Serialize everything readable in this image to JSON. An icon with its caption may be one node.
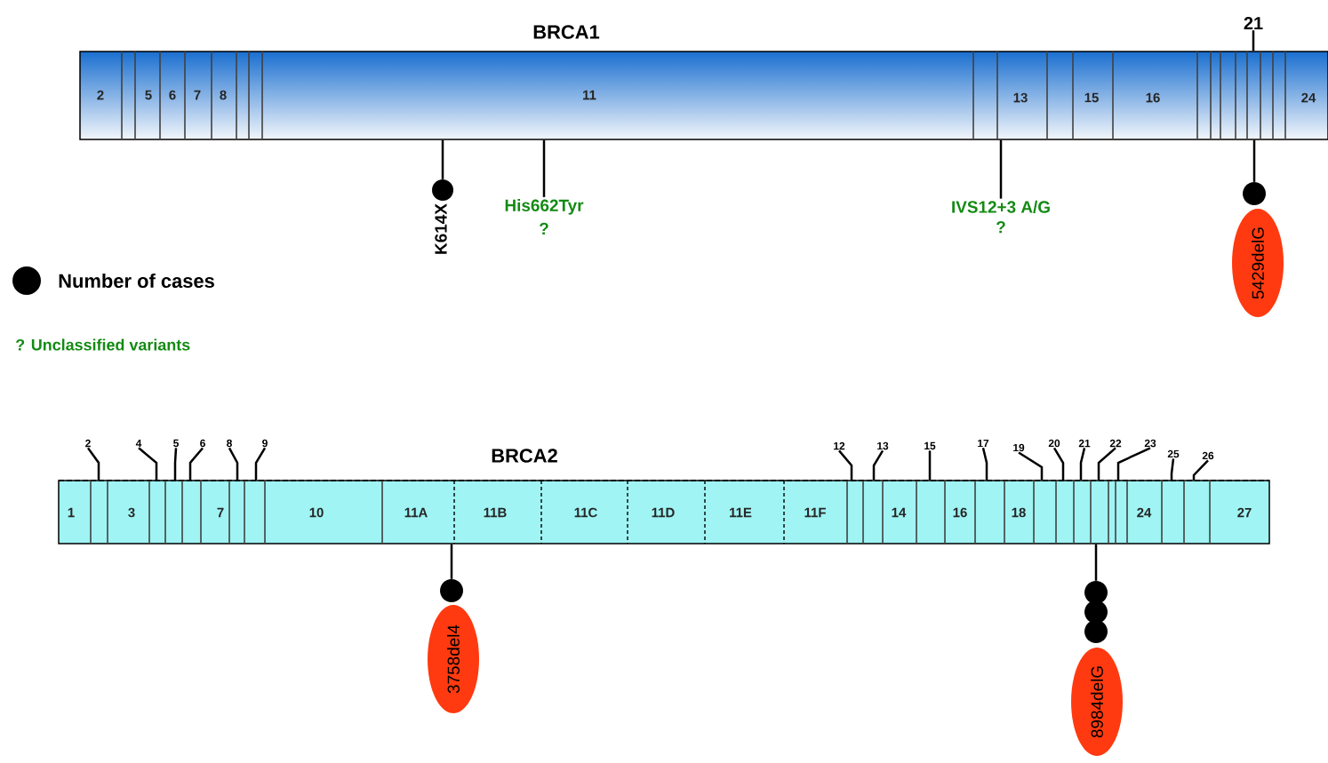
{
  "diagram": {
    "nodes": [
      {
        "text": [
          "BRCA1",
          "2",
          "5",
          "6",
          "7",
          "8",
          "11",
          "13",
          "15",
          "16",
          "24"
        ]
      },
      {
        "text": [
          "21"
        ]
      },
      {
        "text": [],
        "shape": "circle",
        "beside": [
          "K614X"
        ]
      },
      {
        "text": [
          "His662Tyr",
          "?"
        ]
      },
      {
        "text": [
          "IVS12+3 A/G",
          "?"
        ]
      },
      {
        "text": [],
        "shape": "circle"
      },
      {
        "text": [
          "5429delG"
        ]
      },
      {
        "text": [
          "BRCA2",
          "1",
          "3",
          "7",
          "10",
          "11A",
          "11B",
          "11C",
          "11D",
          "11E",
          "11F",
          "14",
          "16",
          "18",
          "24",
          "27"
        ]
      },
      {
        "text": [
          "2"
        ]
      },
      {
        "text": [
          "4"
        ]
      },
      {
        "text": [
          "5"
        ]
      },
      {
        "text": [
          "6"
        ]
      },
      {
        "text": [
          "8"
        ]
      },
      {
        "text": [
          "9"
        ]
      },
      {
        "text": [
          "12"
        ]
      },
      {
        "text": [
          "13"
        ]
      },
      {
        "text": [
          "15"
        ]
      },
      {
        "text": [
          "17"
        ]
      },
      {
        "text": [
          "19"
        ]
      },
      {
        "text": [
          "20"
        ]
      },
      {
        "text": [
          "21"
        ]
      },
      {
        "text": [
          "22"
        ]
      },
      {
        "text": [
          "23"
        ]
      },
      {
        "text": [
          "25"
        ]
      },
      {
        "text": [
          "26"
        ]
      },
      {
        "text": [],
        "shape": "circle"
      },
      {
        "text": [
          "3758del4"
        ]
      },
      {
        "text": [],
        "shape": "circle"
      },
      {
        "text": [],
        "shape": "circle"
      },
      {
        "text": [],
        "shape": "circle"
      },
      {
        "text": [
          "8984delG"
        ]
      }
    ],
    "edges": [
      {
        "from": 1,
        "to": 0,
        "arrow": "none"
      },
      {
        "from": 0,
        "to": 2,
        "arrow": "none"
      },
      {
        "from": 0,
        "to": 3,
        "arrow": "none"
      },
      {
        "from": 0,
        "to": 4,
        "arrow": "none"
      },
      {
        "from": 0,
        "to": 5,
        "arrow": "none"
      },
      {
        "from": 8,
        "to": 7,
        "arrow": "none"
      },
      {
        "from": 9,
        "to": 7,
        "arrow": "none"
      },
      {
        "from": 10,
        "to": 7,
        "arrow": "none"
      },
      {
        "from": 11,
        "to": 7,
        "arrow": "none"
      },
      {
        "from": 12,
        "to": 7,
        "arrow": "none"
      },
      {
        "from": 13,
        "to": 7,
        "arrow": "none"
      },
      {
        "from": 14,
        "to": 7,
        "arrow": "none"
      },
      {
        "from": 15,
        "to": 7,
        "arrow": "none"
      },
      {
        "from": 16,
        "to": 7,
        "arrow": "none"
      },
      {
        "from": 17,
        "to": 7,
        "arrow": "none"
      },
      {
        "from": 18,
        "to": 7,
        "arrow": "none"
      },
      {
        "from": 19,
        "to": 7,
        "arrow": "none"
      },
      {
        "from": 20,
        "to": 7,
        "arrow": "none"
      },
      {
        "from": 21,
        "to": 7,
        "arrow": "none"
      },
      {
        "from": 22,
        "to": 7,
        "arrow": "none"
      },
      {
        "from": 23,
        "to": 7,
        "arrow": "none"
      },
      {
        "from": 24,
        "to": 7,
        "arrow": "none"
      },
      {
        "from": 7,
        "to": 25,
        "arrow": "none"
      },
      {
        "from": 7,
        "to": 27,
        "arrow": "none"
      }
    ],
    "legend": [
      {
        "text": "Number of cases",
        "color": "#000000"
      },
      {
        "text": "? Unclassified variants"
      }
    ]
  }
}
